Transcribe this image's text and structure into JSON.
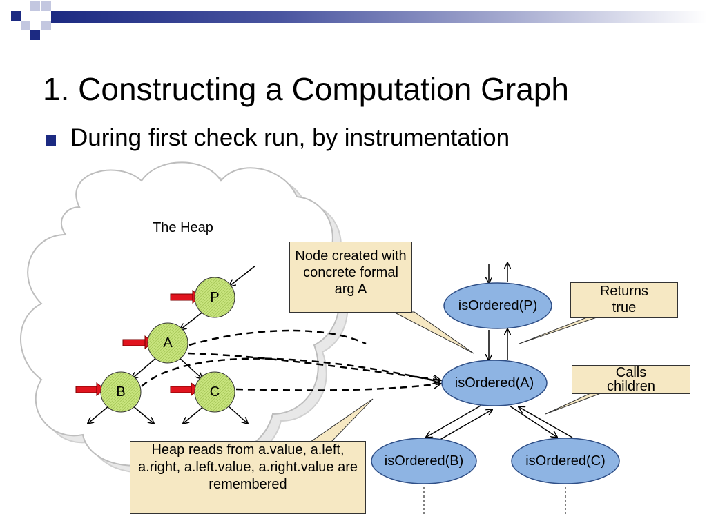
{
  "title": "1. Constructing a Computation Graph",
  "bullet": "During first check run, by instrumentation",
  "heap_label": "The Heap",
  "heap_nodes": [
    "P",
    "A",
    "B",
    "C"
  ],
  "graph_nodes": [
    "isOrdered(P)",
    "isOrdered(A)",
    "isOrdered(B)",
    "isOrdered(C)"
  ],
  "callouts": {
    "node_created": "Node created with concrete formal arg A",
    "returns_true": "Returns true",
    "calls_children": "Calls children",
    "heap_reads": "Heap reads from a.value, a.left, a.right, a.left.value, a.right.value are remembered"
  },
  "colors": {
    "brand": "#1c2a82",
    "heap_node_fill": "#c9e57f",
    "graph_node_fill": "#8eb4e3",
    "callout_fill": "#f6e8c3",
    "pointer_arrow": "#e0141e"
  }
}
